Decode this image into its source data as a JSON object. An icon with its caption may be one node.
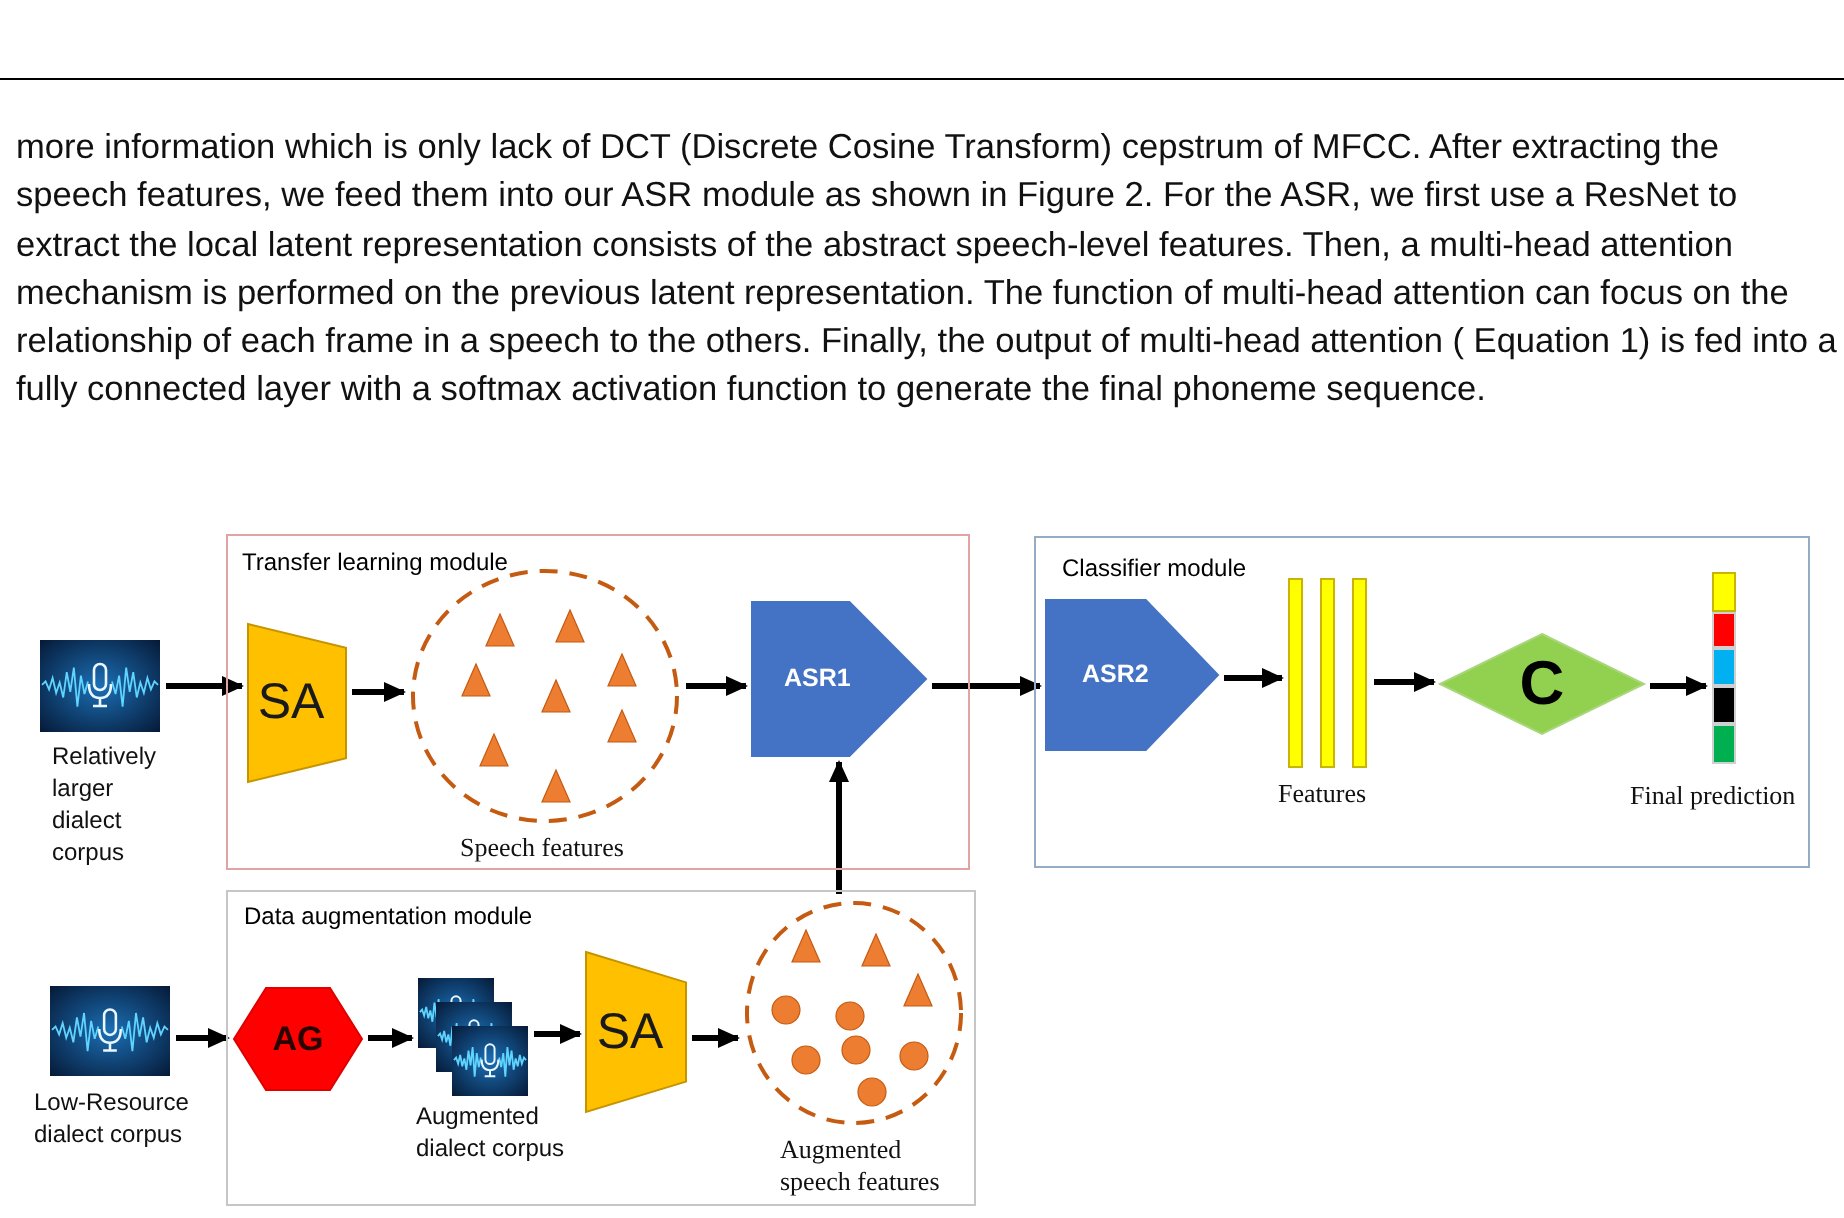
{
  "diagram": {
    "nodes": [
      {
        "text": [],
        "shape": "picture",
        "beside": [
          "Relatively larger dialect corpus"
        ]
      },
      {
        "text": [
          "Transfer learning module"
        ]
      },
      {
        "text": [
          "SA"
        ],
        "in": 1
      },
      {
        "text": [],
        "shape": "circle",
        "beside": [
          "Speech features"
        ],
        "in": 1
      },
      {
        "text": [
          "ASR1"
        ],
        "in": 1
      },
      {
        "text": [
          "Classifier module"
        ]
      },
      {
        "text": [
          "ASR2"
        ],
        "in": 5
      },
      {
        "text": [],
        "shape": "bar",
        "beside": [
          "Features"
        ],
        "in": 5
      },
      {
        "text": [
          "C"
        ],
        "in": 5
      },
      {
        "text": [],
        "shape": "bar",
        "beside": [
          "Final prediction"
        ],
        "in": 5
      },
      {
        "text": [],
        "shape": "picture",
        "beside": [
          "Low-Resource dialect corpus"
        ]
      },
      {
        "text": [
          "Data augmentation module"
        ]
      },
      {
        "text": [
          "AG"
        ],
        "in": 11
      },
      {
        "text": [],
        "shape": "picture",
        "beside": [
          "Augmented dialect corpus"
        ],
        "in": 11
      },
      {
        "text": [
          "SA"
        ],
        "in": 11
      },
      {
        "text": [],
        "shape": "circle",
        "beside": [
          "Augmented speech features"
        ],
        "in": 11
      }
    ],
    "edges": [
      {
        "from": 0,
        "to": 2,
        "arrow": "to"
      },
      {
        "from": 2,
        "to": 3,
        "arrow": "to"
      },
      {
        "from": 3,
        "to": 4,
        "arrow": "to"
      },
      {
        "from": 4,
        "to": 6,
        "arrow": "to"
      },
      {
        "from": 6,
        "to": 7,
        "arrow": "to"
      },
      {
        "from": 7,
        "to": 8,
        "arrow": "to"
      },
      {
        "from": 8,
        "to": 9,
        "arrow": "to"
      },
      {
        "from": 10,
        "to": 12,
        "arrow": "to"
      },
      {
        "from": 12,
        "to": 13,
        "arrow": "to"
      },
      {
        "from": 13,
        "to": 14,
        "arrow": "to"
      },
      {
        "from": 14,
        "to": 15,
        "arrow": "to"
      },
      {
        "from": 15,
        "to": 4,
        "arrow": "to"
      }
    ],
    "labels": [
      "more information which is only lack of DCT (Discrete Cosine Transform) cepstrum of MFCC. After extracting the speech features, we feed them into our ASR module as shown in Figure 2. For the ASR, we first use a ResNet to extract the local latent representation consists of the abstract speech-level features. Then, a multi-head attention mechanism is performed on the previous latent representation. The function of multi-head attention can focus on the relationship of each frame in a speech to the others. Finally, the output of multi-head attention ( Equation 1) is fed into a fully connected layer with a softmax activation function to generate the final phoneme sequence."
    ]
  }
}
